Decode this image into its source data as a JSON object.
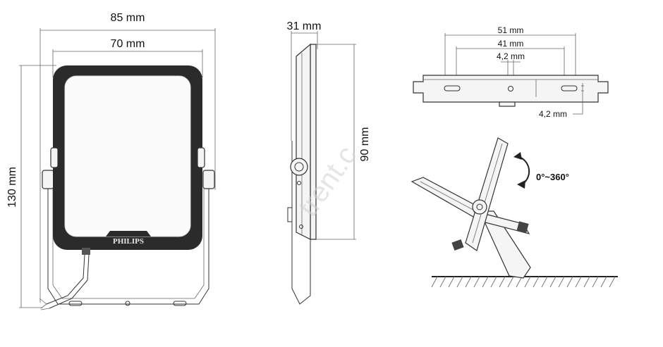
{
  "front_view": {
    "width_outer": "85 mm",
    "width_inner": "70 mm",
    "height": "130 mm",
    "brand": "PHILIPS"
  },
  "side_view": {
    "depth": "31 mm",
    "height": "90 mm"
  },
  "bracket_view": {
    "hole_spacing_outer": "51 mm",
    "hole_spacing_inner": "41 mm",
    "hole_diameter_top": "4,2 mm",
    "hole_diameter_side": "4,2 mm"
  },
  "rotation_view": {
    "rotation_range": "0°~360°"
  },
  "watermark": "trent.c"
}
